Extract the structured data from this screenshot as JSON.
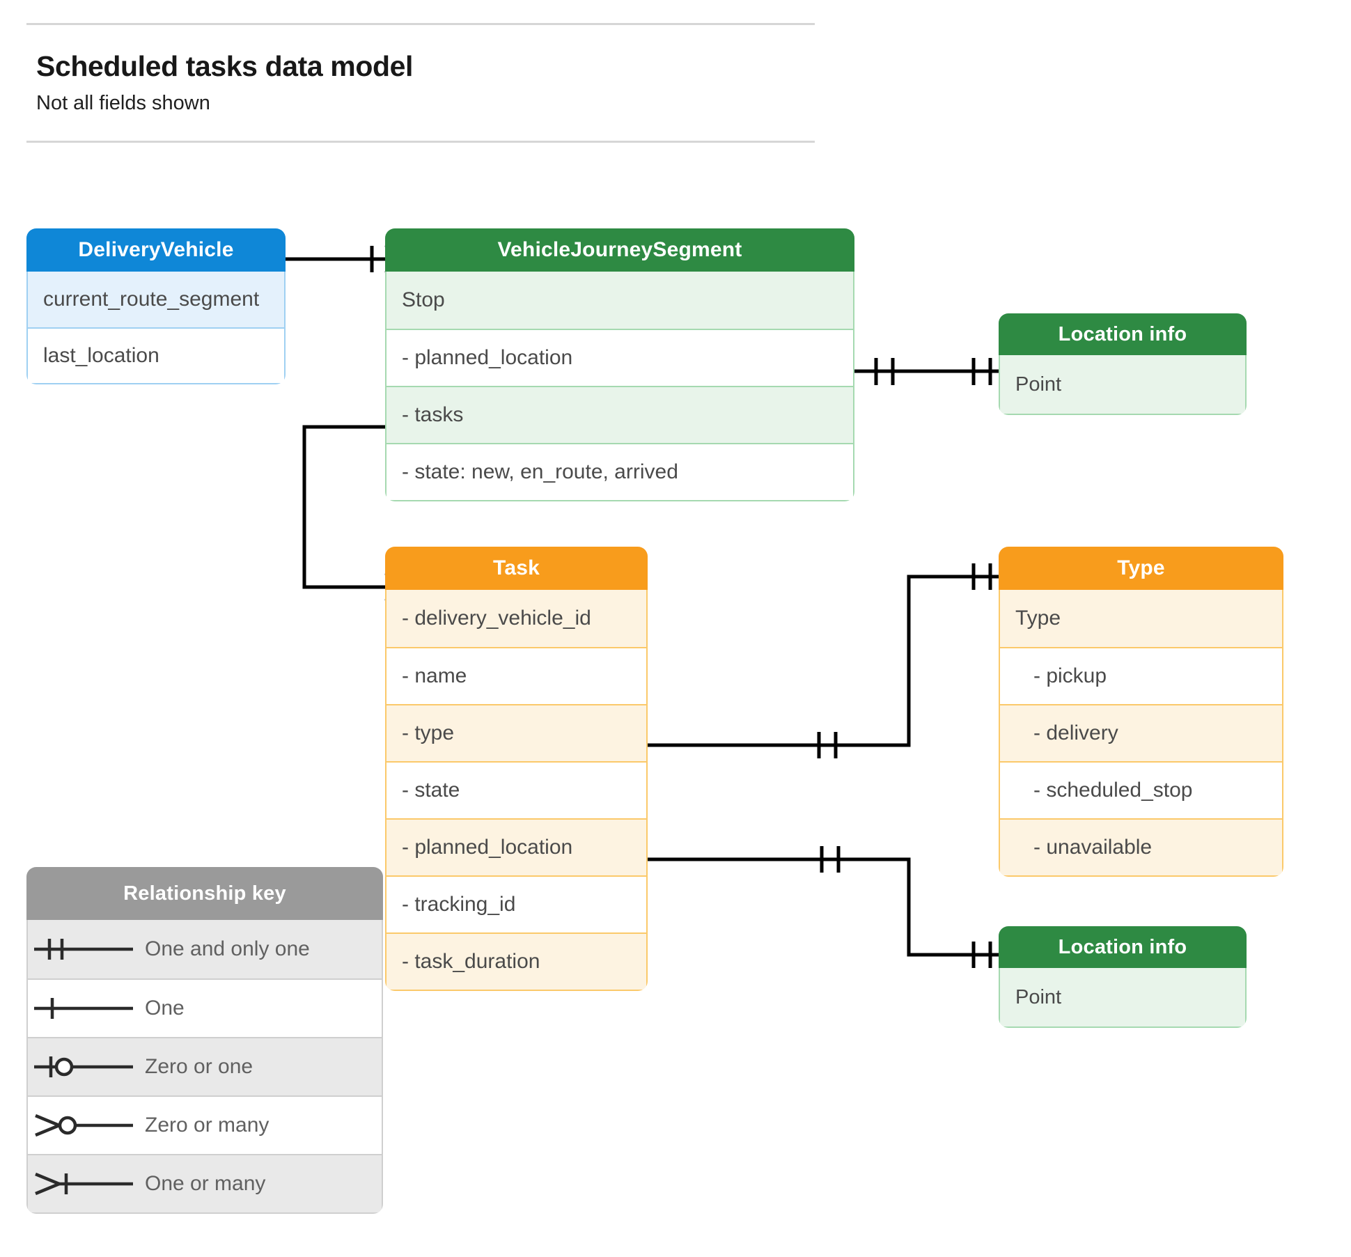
{
  "header": {
    "title": "Scheduled tasks data model",
    "subtitle": "Not all fields shown"
  },
  "colors": {
    "blue": "#0f87d7",
    "blue_light": "#e4f1fc",
    "blue_border": "#9fd0f2",
    "green": "#2e8a43",
    "green_light": "#e8f4ea",
    "green_border": "#a5d9b0",
    "orange": "#f89c1c",
    "orange_light": "#fdf3e1",
    "orange_border": "#fbc96a",
    "gray": "#9a9a9a",
    "gray_light": "#e9e9e9",
    "gray_border": "#cfcfcf",
    "connector": "#000000",
    "text": "#4a4a4a"
  },
  "entities": [
    {
      "id": "deliveryvehicle",
      "title": "DeliveryVehicle",
      "color": "blue",
      "rows": [
        {
          "label": "current_route_segment",
          "shaded": true
        },
        {
          "label": "last_location",
          "shaded": false
        }
      ]
    },
    {
      "id": "vehiclejourneysegment",
      "title": "VehicleJourneySegment",
      "color": "green",
      "rows": [
        {
          "label": "Stop",
          "shaded": true
        },
        {
          "label": "-  planned_location",
          "shaded": false
        },
        {
          "label": "- tasks",
          "shaded": true
        },
        {
          "label": "- state: new, en_route, arrived",
          "shaded": false
        }
      ]
    },
    {
      "id": "locationinfo-top",
      "title": "Location info",
      "color": "green",
      "rows": [
        {
          "label": "Point",
          "shaded": true
        }
      ]
    },
    {
      "id": "task",
      "title": "Task",
      "color": "orange",
      "rows": [
        {
          "label": "- delivery_vehicle_id",
          "shaded": true
        },
        {
          "label": "- name",
          "shaded": false
        },
        {
          "label": "- type",
          "shaded": true
        },
        {
          "label": "- state",
          "shaded": false
        },
        {
          "label": "- planned_location",
          "shaded": true
        },
        {
          "label": "- tracking_id",
          "shaded": false
        },
        {
          "label": "- task_duration",
          "shaded": true
        }
      ]
    },
    {
      "id": "type",
      "title": "Type",
      "color": "orange",
      "rows": [
        {
          "label": "Type",
          "shaded": true,
          "sub": false
        },
        {
          "label": "-   pickup",
          "shaded": false,
          "sub": true
        },
        {
          "label": "-   delivery",
          "shaded": true,
          "sub": true
        },
        {
          "label": "-   scheduled_stop",
          "shaded": false,
          "sub": true
        },
        {
          "label": "-   unavailable",
          "shaded": true,
          "sub": true
        }
      ]
    },
    {
      "id": "locationinfo-bottom",
      "title": "Location info",
      "color": "green",
      "rows": [
        {
          "label": "Point",
          "shaded": true
        }
      ]
    }
  ],
  "legend": {
    "title": "Relationship key",
    "items": [
      {
        "label": "One and only one",
        "symbol": "one-and-only-one",
        "shaded": true
      },
      {
        "label": "One",
        "symbol": "one",
        "shaded": false
      },
      {
        "label": "Zero or one",
        "symbol": "zero-or-one",
        "shaded": true
      },
      {
        "label": "Zero or many",
        "symbol": "zero-or-many",
        "shaded": false
      },
      {
        "label": "One or many",
        "symbol": "one-or-many",
        "shaded": true
      }
    ]
  },
  "relationships": [
    {
      "id": "deliveryvehicle-to-vehiclejourneysegment",
      "from": "DeliveryVehicle",
      "to": "VehicleJourneySegment",
      "from_cardinality": "one",
      "to_cardinality": "zero-or-many"
    },
    {
      "id": "vehiclejourneysegment-planned-location-to-locationinfo",
      "from": "VehicleJourneySegment.planned_location",
      "to": "Location info",
      "from_cardinality": "one-and-only-one",
      "to_cardinality": "one-and-only-one"
    },
    {
      "id": "vehiclejourneysegment-tasks-to-task",
      "from": "VehicleJourneySegment.tasks",
      "to": "Task",
      "from_cardinality": "zero-or-one",
      "to_cardinality": "zero-or-many"
    },
    {
      "id": "task-type-to-type",
      "from": "Task.type",
      "to": "Type",
      "from_cardinality": "one-and-only-one",
      "to_cardinality": "one-and-only-one"
    },
    {
      "id": "task-planned-location-to-locationinfo",
      "from": "Task.planned_location",
      "to": "Location info",
      "from_cardinality": "one-and-only-one",
      "to_cardinality": "one-and-only-one"
    }
  ]
}
